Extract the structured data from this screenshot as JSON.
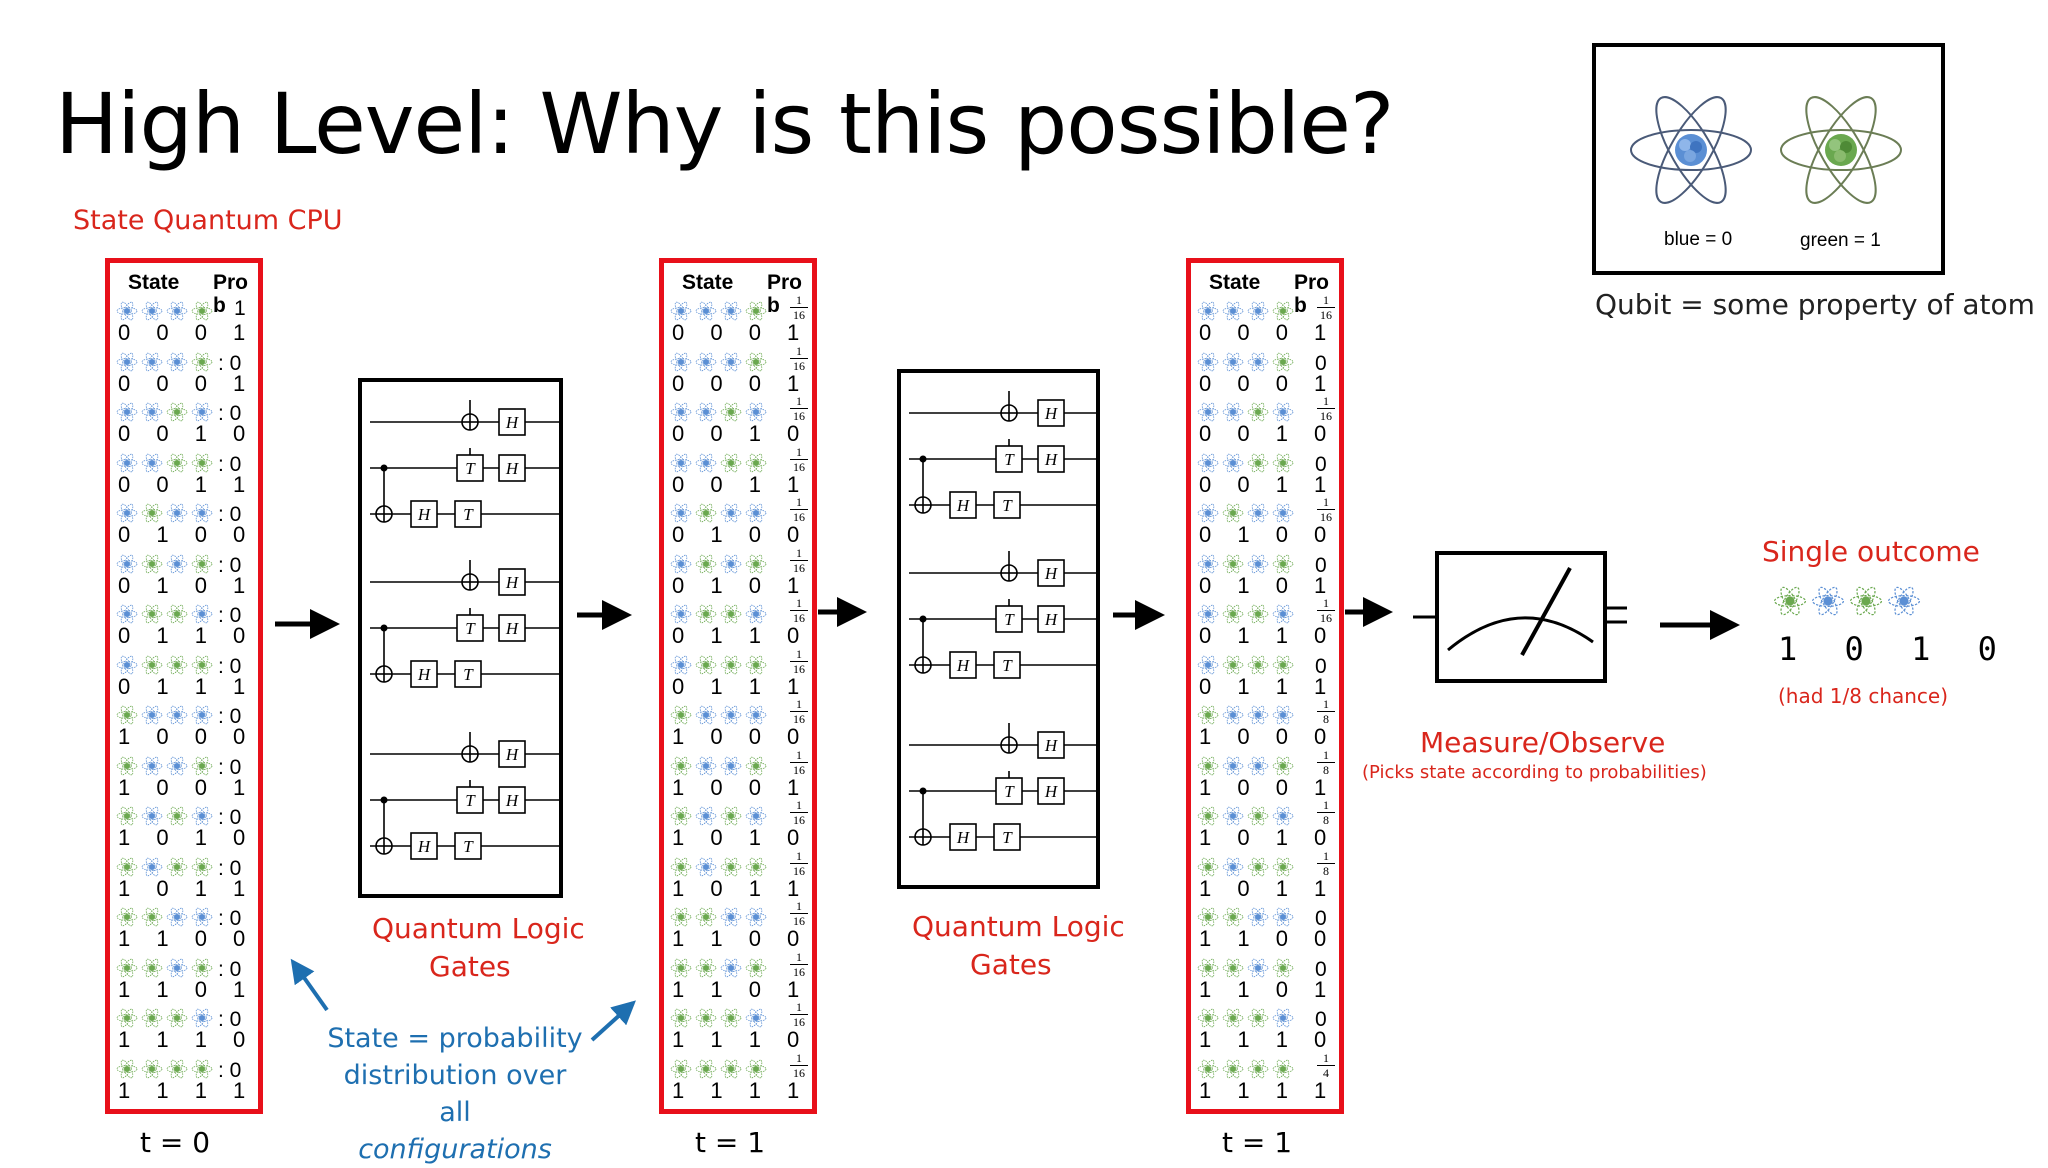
{
  "title": "High Level: Why is this possible?",
  "state_cpu_label": "State Quantum CPU",
  "legend": {
    "blue_label": "blue = 0",
    "green_label": "green = 1",
    "caption": "Qubit = some property of atom",
    "colors": {
      "blue": "#5b8fd4",
      "green": "#6aa84f"
    }
  },
  "state_table_headers": {
    "state": "State",
    "prob": "Pro",
    "prob_b": "b"
  },
  "states": [
    "0 0 0 1",
    "0 0 0 1",
    "0 0 1 0",
    "0 0 1 1",
    "0 1 0 0",
    "0 1 0 1",
    "0 1 1 0",
    "0 1 1 1",
    "1 0 0 0",
    "1 0 0 1",
    "1 0 1 0",
    "1 0 1 1",
    "1 1 0 0",
    "1 1 0 1",
    "1 1 1 0",
    "1 1 1 1"
  ],
  "tables": [
    {
      "time_label": "t = 0",
      "probs": [
        {
          "text": "1"
        },
        {
          "text": ": 0"
        },
        {
          "text": ": 0"
        },
        {
          "text": ": 0"
        },
        {
          "text": ": 0"
        },
        {
          "text": ": 0"
        },
        {
          "text": ": 0"
        },
        {
          "text": ": 0"
        },
        {
          "text": ": 0"
        },
        {
          "text": ": 0"
        },
        {
          "text": ": 0"
        },
        {
          "text": ": 0"
        },
        {
          "text": ": 0"
        },
        {
          "text": ": 0"
        },
        {
          "text": ": 0"
        },
        {
          "text": ": 0"
        }
      ]
    },
    {
      "time_label": "t = 1",
      "probs": [
        {
          "num": "1",
          "den": "16"
        },
        {
          "num": "1",
          "den": "16"
        },
        {
          "num": "1",
          "den": "16"
        },
        {
          "num": "1",
          "den": "16"
        },
        {
          "num": "1",
          "den": "16"
        },
        {
          "num": "1",
          "den": "16"
        },
        {
          "num": "1",
          "den": "16"
        },
        {
          "num": "1",
          "den": "16"
        },
        {
          "num": "1",
          "den": "16"
        },
        {
          "num": "1",
          "den": "16"
        },
        {
          "num": "1",
          "den": "16"
        },
        {
          "num": "1",
          "den": "16"
        },
        {
          "num": "1",
          "den": "16"
        },
        {
          "num": "1",
          "den": "16"
        },
        {
          "num": "1",
          "den": "16"
        },
        {
          "num": "1",
          "den": "16"
        }
      ]
    },
    {
      "time_label": "t = 1",
      "probs": [
        {
          "num": "1",
          "den": "16"
        },
        {
          "text": "0"
        },
        {
          "num": "1",
          "den": "16"
        },
        {
          "text": "0"
        },
        {
          "num": "1",
          "den": "16"
        },
        {
          "text": "0"
        },
        {
          "num": "1",
          "den": "16"
        },
        {
          "text": "0"
        },
        {
          "num": "1",
          "den": "8"
        },
        {
          "num": "1",
          "den": "8"
        },
        {
          "num": "1",
          "den": "8"
        },
        {
          "num": "1",
          "den": "8"
        },
        {
          "text": "0"
        },
        {
          "text": "0"
        },
        {
          "text": "0"
        },
        {
          "num": "1",
          "den": "4"
        }
      ]
    }
  ],
  "gate_labels": {
    "h": "H",
    "t": "T"
  },
  "gates1_label": [
    "Quantum Logic",
    "Gates"
  ],
  "gates2_label": [
    "Quantum Logic",
    "Gates"
  ],
  "state_note": [
    "State = probability",
    "distribution over all",
    "configurations"
  ],
  "measure": {
    "label": "Measure/Observe",
    "sub": "(Picks state according to probabilities)"
  },
  "outcome": {
    "label": "Single outcome",
    "bits": "1 0 1 0",
    "chance": "(had 1/8 chance)"
  }
}
